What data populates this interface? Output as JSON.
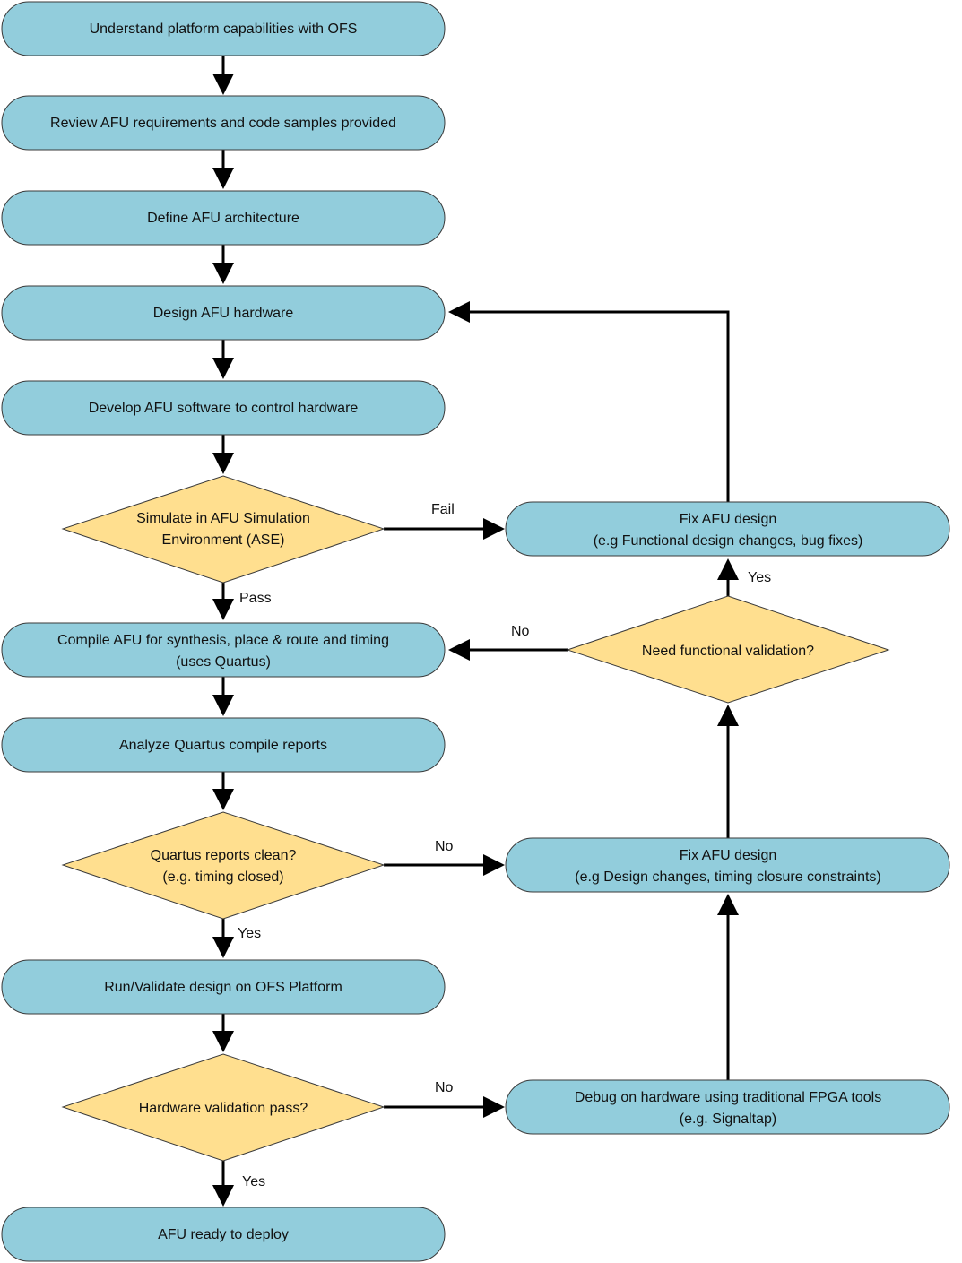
{
  "colors": {
    "process_fill": "#92CDDC",
    "decision_fill": "#FFDF8F",
    "line": "#000000"
  },
  "nodes": {
    "n1": {
      "lines": [
        "Understand platform capabilities with OFS"
      ]
    },
    "n2": {
      "lines": [
        "Review AFU requirements and code samples provided"
      ]
    },
    "n3": {
      "lines": [
        "Define AFU architecture"
      ]
    },
    "n4": {
      "lines": [
        "Design AFU hardware"
      ]
    },
    "n5": {
      "lines": [
        "Develop AFU software to control hardware"
      ]
    },
    "d1": {
      "lines": [
        "Simulate in AFU Simulation",
        "Environment (ASE)"
      ]
    },
    "n6": {
      "lines": [
        "Compile AFU for synthesis, place & route and timing",
        "(uses Quartus)"
      ]
    },
    "n7": {
      "lines": [
        "Analyze Quartus compile reports"
      ]
    },
    "d2": {
      "lines": [
        "Quartus reports clean?",
        "(e.g. timing closed)"
      ]
    },
    "n8": {
      "lines": [
        "Run/Validate design on  OFS Platform"
      ]
    },
    "d3": {
      "lines": [
        "Hardware validation pass?"
      ]
    },
    "n9": {
      "lines": [
        "AFU ready to deploy"
      ]
    },
    "r1": {
      "lines": [
        "Fix AFU design",
        "(e.g Functional design changes, bug fixes)"
      ]
    },
    "dr": {
      "lines": [
        "Need functional validation?"
      ]
    },
    "r2": {
      "lines": [
        "Fix AFU design",
        "(e.g Design changes, timing closure constraints)"
      ]
    },
    "r3": {
      "lines": [
        "Debug on hardware using traditional FPGA tools",
        "(e.g. Signaltap)"
      ]
    }
  },
  "edge_labels": {
    "fail": "Fail",
    "pass": "Pass",
    "no_functional": "No",
    "yes_functional": "Yes",
    "no_quartus": "No",
    "yes_quartus": "Yes",
    "no_hw": "No",
    "yes_hw": "Yes"
  }
}
